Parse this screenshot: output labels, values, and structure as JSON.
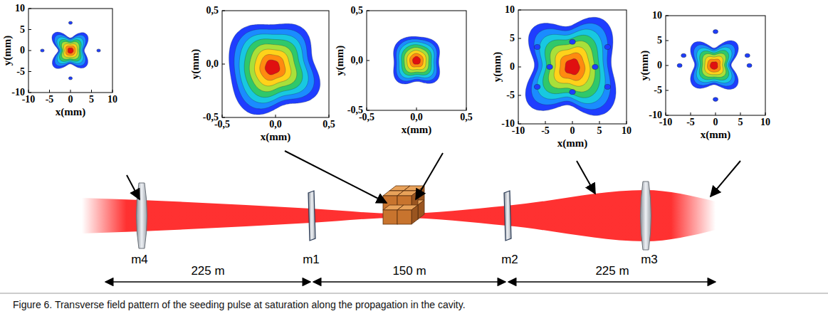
{
  "diagram": {
    "caption": "Figure 6. Transverse field pattern of the seeding pulse at saturation along the propagation in the cavity.",
    "labels": [
      "10",
      "5",
      "0",
      "-5",
      "-10",
      "-10",
      "-5",
      "0",
      "5",
      "10",
      "x(mm)",
      "y(mm)",
      "0,5",
      "0,0",
      "-0,5",
      "-0,5",
      "0,0",
      "0,5",
      "x(mm)",
      "y(mm)",
      "0,5",
      "0,0",
      "-0,5",
      "-0,5",
      "0,0",
      "0,5",
      "x(mm)",
      "y(mm)",
      "10",
      "5",
      "0",
      "-5",
      "-10",
      "-10",
      "-5",
      "0",
      "5",
      "10",
      "x(mm)",
      "y(mm)",
      "10",
      "5",
      "0",
      "-5",
      "-10",
      "-10",
      "-5",
      "0",
      "5",
      "10",
      "x(mm)",
      "y(mm)",
      "m4",
      "m1",
      "m2",
      "m3",
      "225 m",
      "150 m",
      "225 m"
    ]
  }
}
